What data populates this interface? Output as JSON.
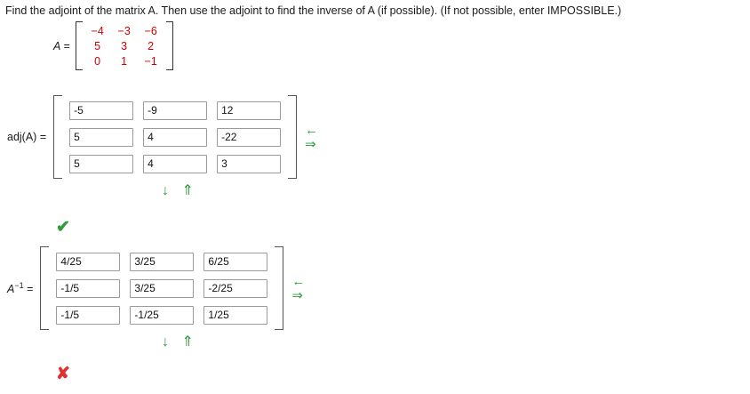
{
  "prompt": {
    "text_before_A": "Find the adjoint of the matrix ",
    "A_italic": "A",
    "text_mid": ". Then use the adjoint to find the inverse of ",
    "A_italic2": "A",
    "text_after": " (if possible). (If not possible, enter IMPOSSIBLE.)",
    "full": "Find the adjoint of the matrix A. Then use the adjoint to find the inverse of A (if possible). (If not possible, enter IMPOSSIBLE.)"
  },
  "matrix_A": {
    "label": "A =",
    "rows": [
      [
        "−4",
        "−3",
        "−6"
      ],
      [
        "5",
        "3",
        "2"
      ],
      [
        "0",
        "1",
        "−1"
      ]
    ],
    "value_color": "#cc0000"
  },
  "adjoint": {
    "label": "adj(A) =",
    "label_plain": "adj(A) =",
    "cells": [
      [
        "-5",
        "-9",
        "12"
      ],
      [
        "5",
        "4",
        "-22"
      ],
      [
        "5",
        "4",
        "3"
      ]
    ],
    "side_arrows": [
      "←",
      "⇒"
    ],
    "bottom_arrows": "↓ ⇑",
    "status_mark": "✔",
    "status_color": "#2e9c3a"
  },
  "inverse": {
    "label_base": "A",
    "label_exp": "−1",
    "label_eq": "=",
    "cells": [
      [
        "4/25",
        "3/25",
        "6/25"
      ],
      [
        "-1/5",
        "3/25",
        "-2/25"
      ],
      [
        "-1/5",
        "-1/25",
        "1/25"
      ]
    ],
    "side_arrows": [
      "←",
      "⇒"
    ],
    "bottom_arrows": "↓ ⇑",
    "status_mark": "✘",
    "status_color": "#e03131"
  }
}
